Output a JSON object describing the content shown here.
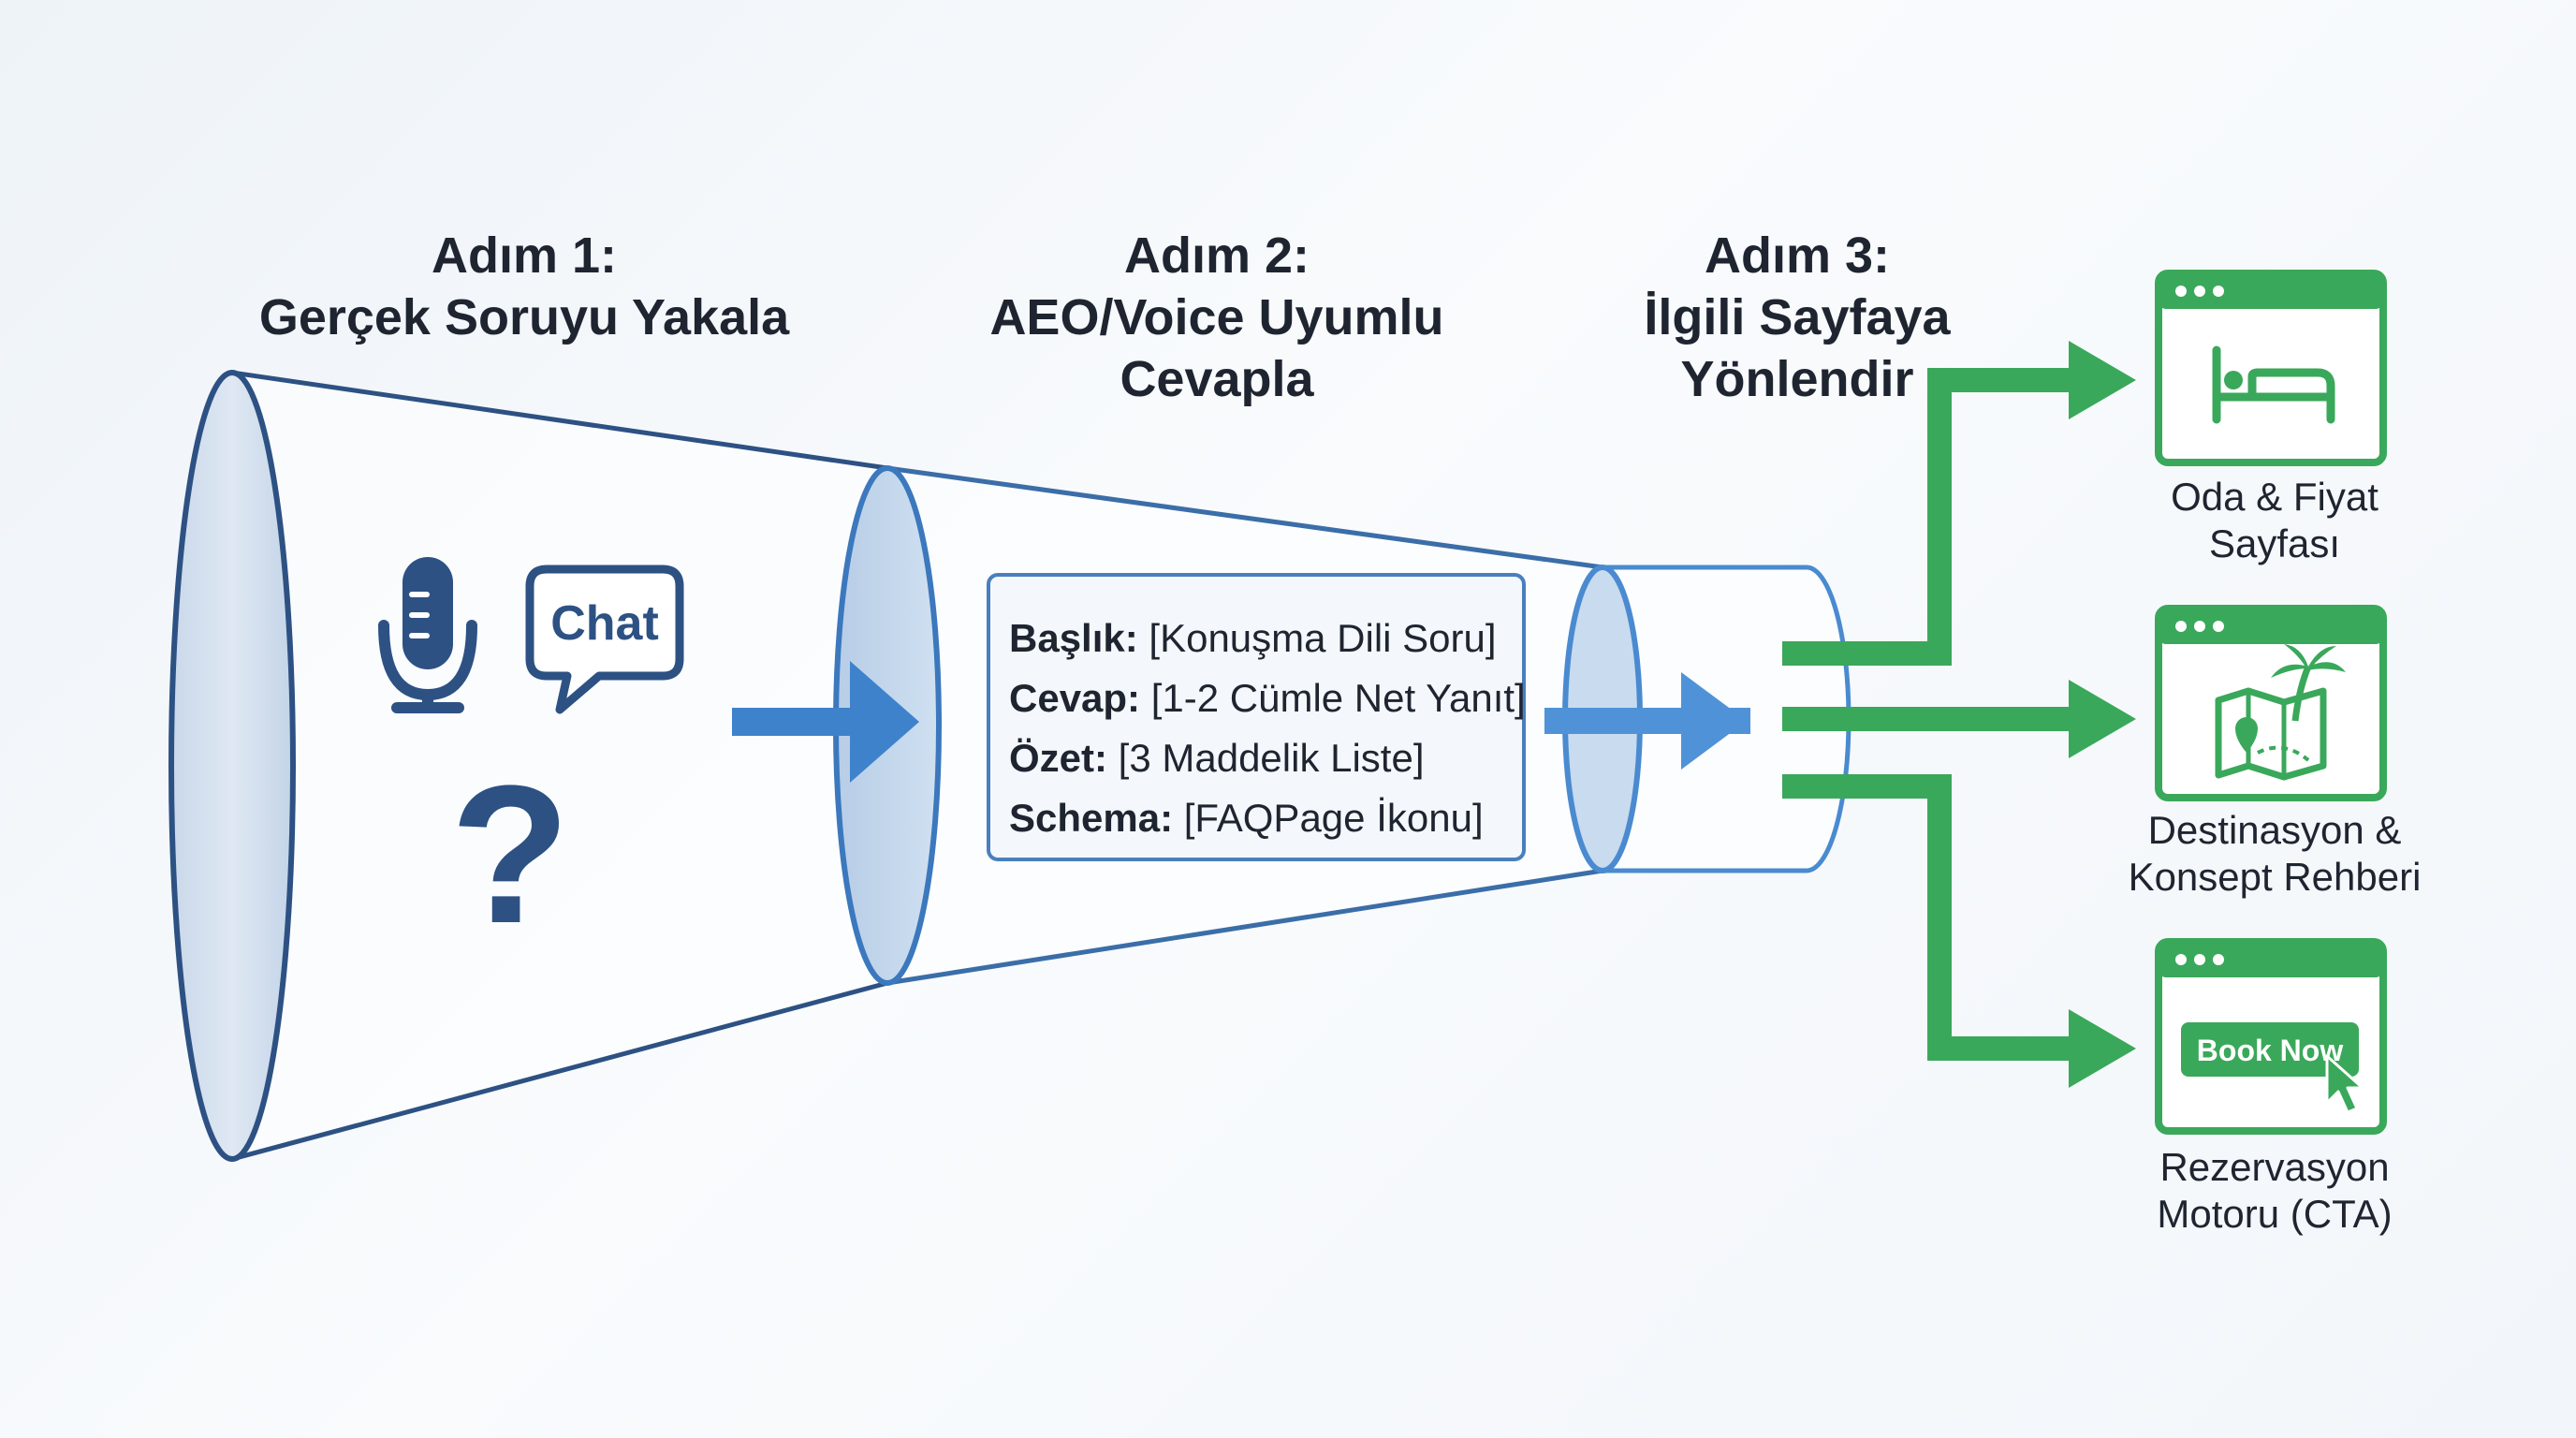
{
  "steps": [
    {
      "line1": "Adım 1:",
      "line2": "Gerçek Soruyu Yakala",
      "line3": ""
    },
    {
      "line1": "Adım 2:",
      "line2": "AEO/Voice Uyumlu",
      "line3": "Cevapla"
    },
    {
      "line1": "Adım 3:",
      "line2": "İlgili Sayfaya",
      "line3": "Yönlendir"
    }
  ],
  "icons": {
    "chat_text": "Chat",
    "question_mark": "?",
    "microphone": "microphone-icon",
    "chat_bubble": "chat-bubble-icon",
    "bed": "bed-icon",
    "map_palm": "map-palm-icon",
    "cursor": "cursor-icon"
  },
  "answer_template": [
    {
      "key": "Başlık:",
      "value": " [Konuşma Dili Soru]"
    },
    {
      "key": "Cevap:",
      "value": " [1-2 Cümle Net Yanıt]"
    },
    {
      "key": "Özet:",
      "value": " [3 Maddelik Liste]"
    },
    {
      "key": "Schema:",
      "value": " [FAQPage İkonu]"
    }
  ],
  "destinations": [
    {
      "line1": "Oda & Fiyat",
      "line2": "Sayfası"
    },
    {
      "line1": "Destinasyon &",
      "line2": "Konsept Rehberi"
    },
    {
      "line1": "Rezervasyon",
      "line2": "Motoru (CTA)",
      "button_label": "Book Now"
    }
  ],
  "colors": {
    "funnel_stroke": "#2d5183",
    "blue_arrow": "#3f82cc",
    "green": "#3aa85a",
    "text": "#1f2530"
  }
}
